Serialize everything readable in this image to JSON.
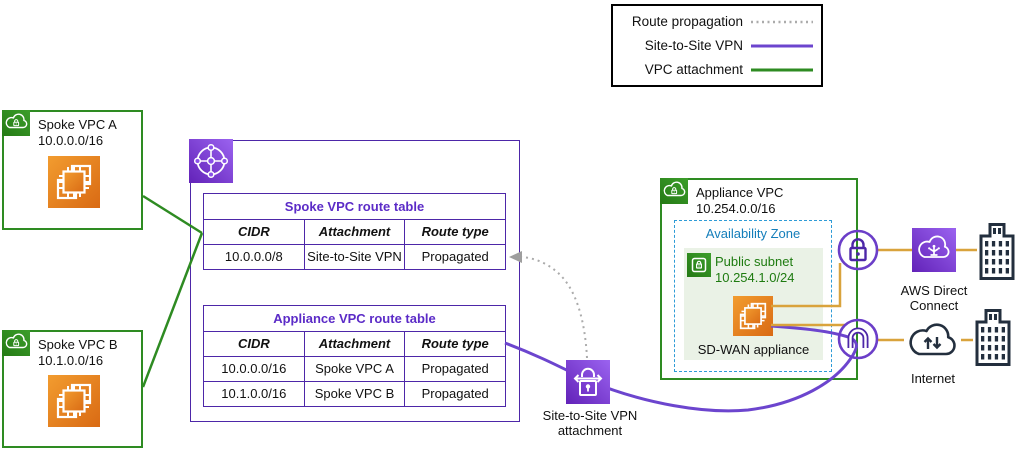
{
  "legend": {
    "items": [
      {
        "label": "Route propagation",
        "style": "dotted",
        "color": "#ABABAB"
      },
      {
        "label": "Site-to-Site VPN",
        "style": "solid",
        "color": "#6C45CE"
      },
      {
        "label": "VPC attachment",
        "style": "solid",
        "color": "#2E8B22"
      }
    ]
  },
  "spoke_vpc_a": {
    "title": "Spoke VPC A",
    "cidr": "10.0.0.0/16"
  },
  "spoke_vpc_b": {
    "title": "Spoke VPC B",
    "cidr": "10.1.0.0/16"
  },
  "route_tables": {
    "spoke": {
      "title": "Spoke VPC route table",
      "headers": [
        "CIDR",
        "Attachment",
        "Route type"
      ],
      "rows": [
        [
          "10.0.0.0/8",
          "Site-to-Site VPN",
          "Propagated"
        ]
      ]
    },
    "appliance": {
      "title": "Appliance VPC route table",
      "headers": [
        "CIDR",
        "Attachment",
        "Route type"
      ],
      "rows": [
        [
          "10.0.0.0/16",
          "Spoke VPC A",
          "Propagated"
        ],
        [
          "10.1.0.0/16",
          "Spoke VPC B",
          "Propagated"
        ]
      ]
    }
  },
  "vpn_attachment": {
    "label": "Site-to-Site VPN attachment"
  },
  "appliance_vpc": {
    "title": "Appliance VPC",
    "cidr": "10.254.0.0/16",
    "availability_zone": "Availability Zone",
    "subnet": {
      "title": "Public subnet",
      "cidr": "10.254.1.0/24"
    },
    "appliance_label": "SD-WAN appliance"
  },
  "external": {
    "direct_connect_label": "AWS Direct Connect",
    "internet_label": "Internet"
  },
  "icons": [
    "vpc-icon",
    "ec2-instances-icon",
    "transit-gateway-icon",
    "site-to-site-vpn-attachment-icon",
    "public-subnet-icon",
    "vpn-gateway-lock-icon",
    "internet-gateway-icon",
    "aws-direct-connect-icon",
    "internet-cloud-icon",
    "corporate-building-icon"
  ],
  "colors": {
    "green": "#2E8B22",
    "purple_border": "#4D27A8",
    "purple_line": "#6C45CE",
    "orange_line": "#D9A33C",
    "az_blue": "#147EBA",
    "dotted_gray": "#ABABAB",
    "navy": "#232F3E",
    "subnet_fill": "#EAF2E6"
  }
}
